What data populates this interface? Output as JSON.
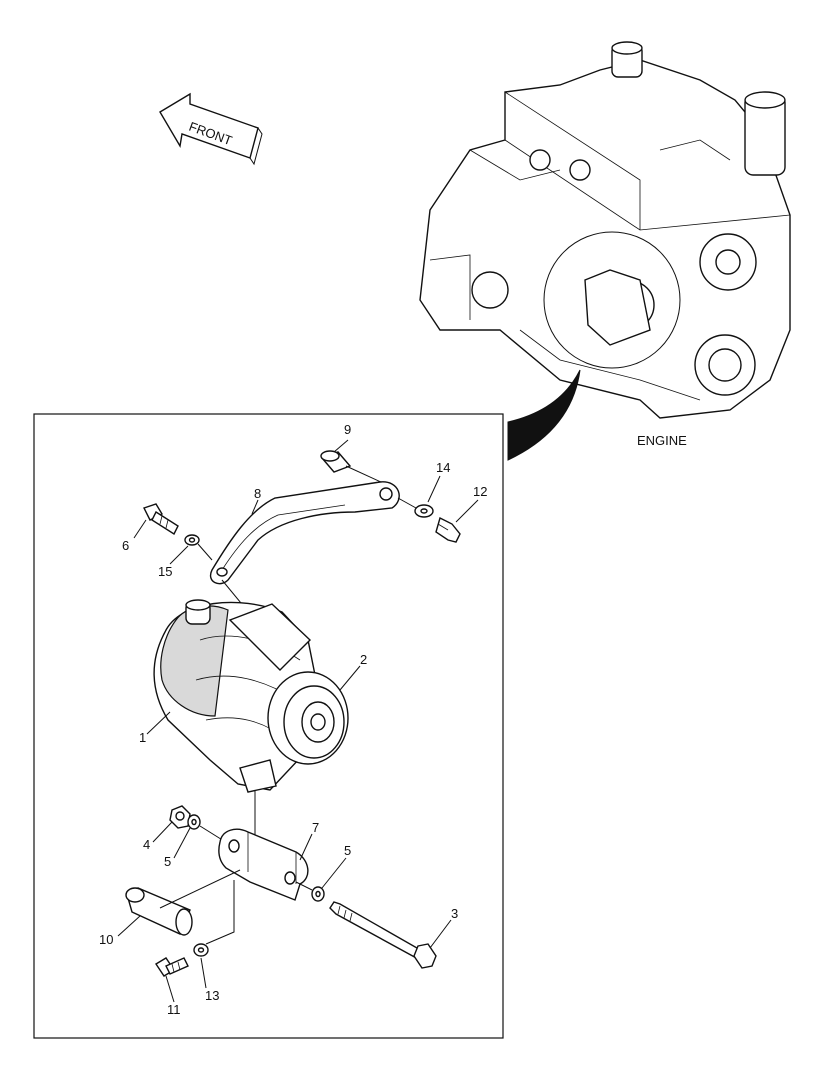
{
  "direction_label": "FRONT",
  "engine_label": "ENGINE",
  "callouts": {
    "c1": "1",
    "c2": "2",
    "c3": "3",
    "c4": "4",
    "c5a": "5",
    "c5b": "5",
    "c6": "6",
    "c7": "7",
    "c8": "8",
    "c9": "9",
    "c10": "10",
    "c11": "11",
    "c12": "12",
    "c13": "13",
    "c14": "14",
    "c15": "15"
  }
}
